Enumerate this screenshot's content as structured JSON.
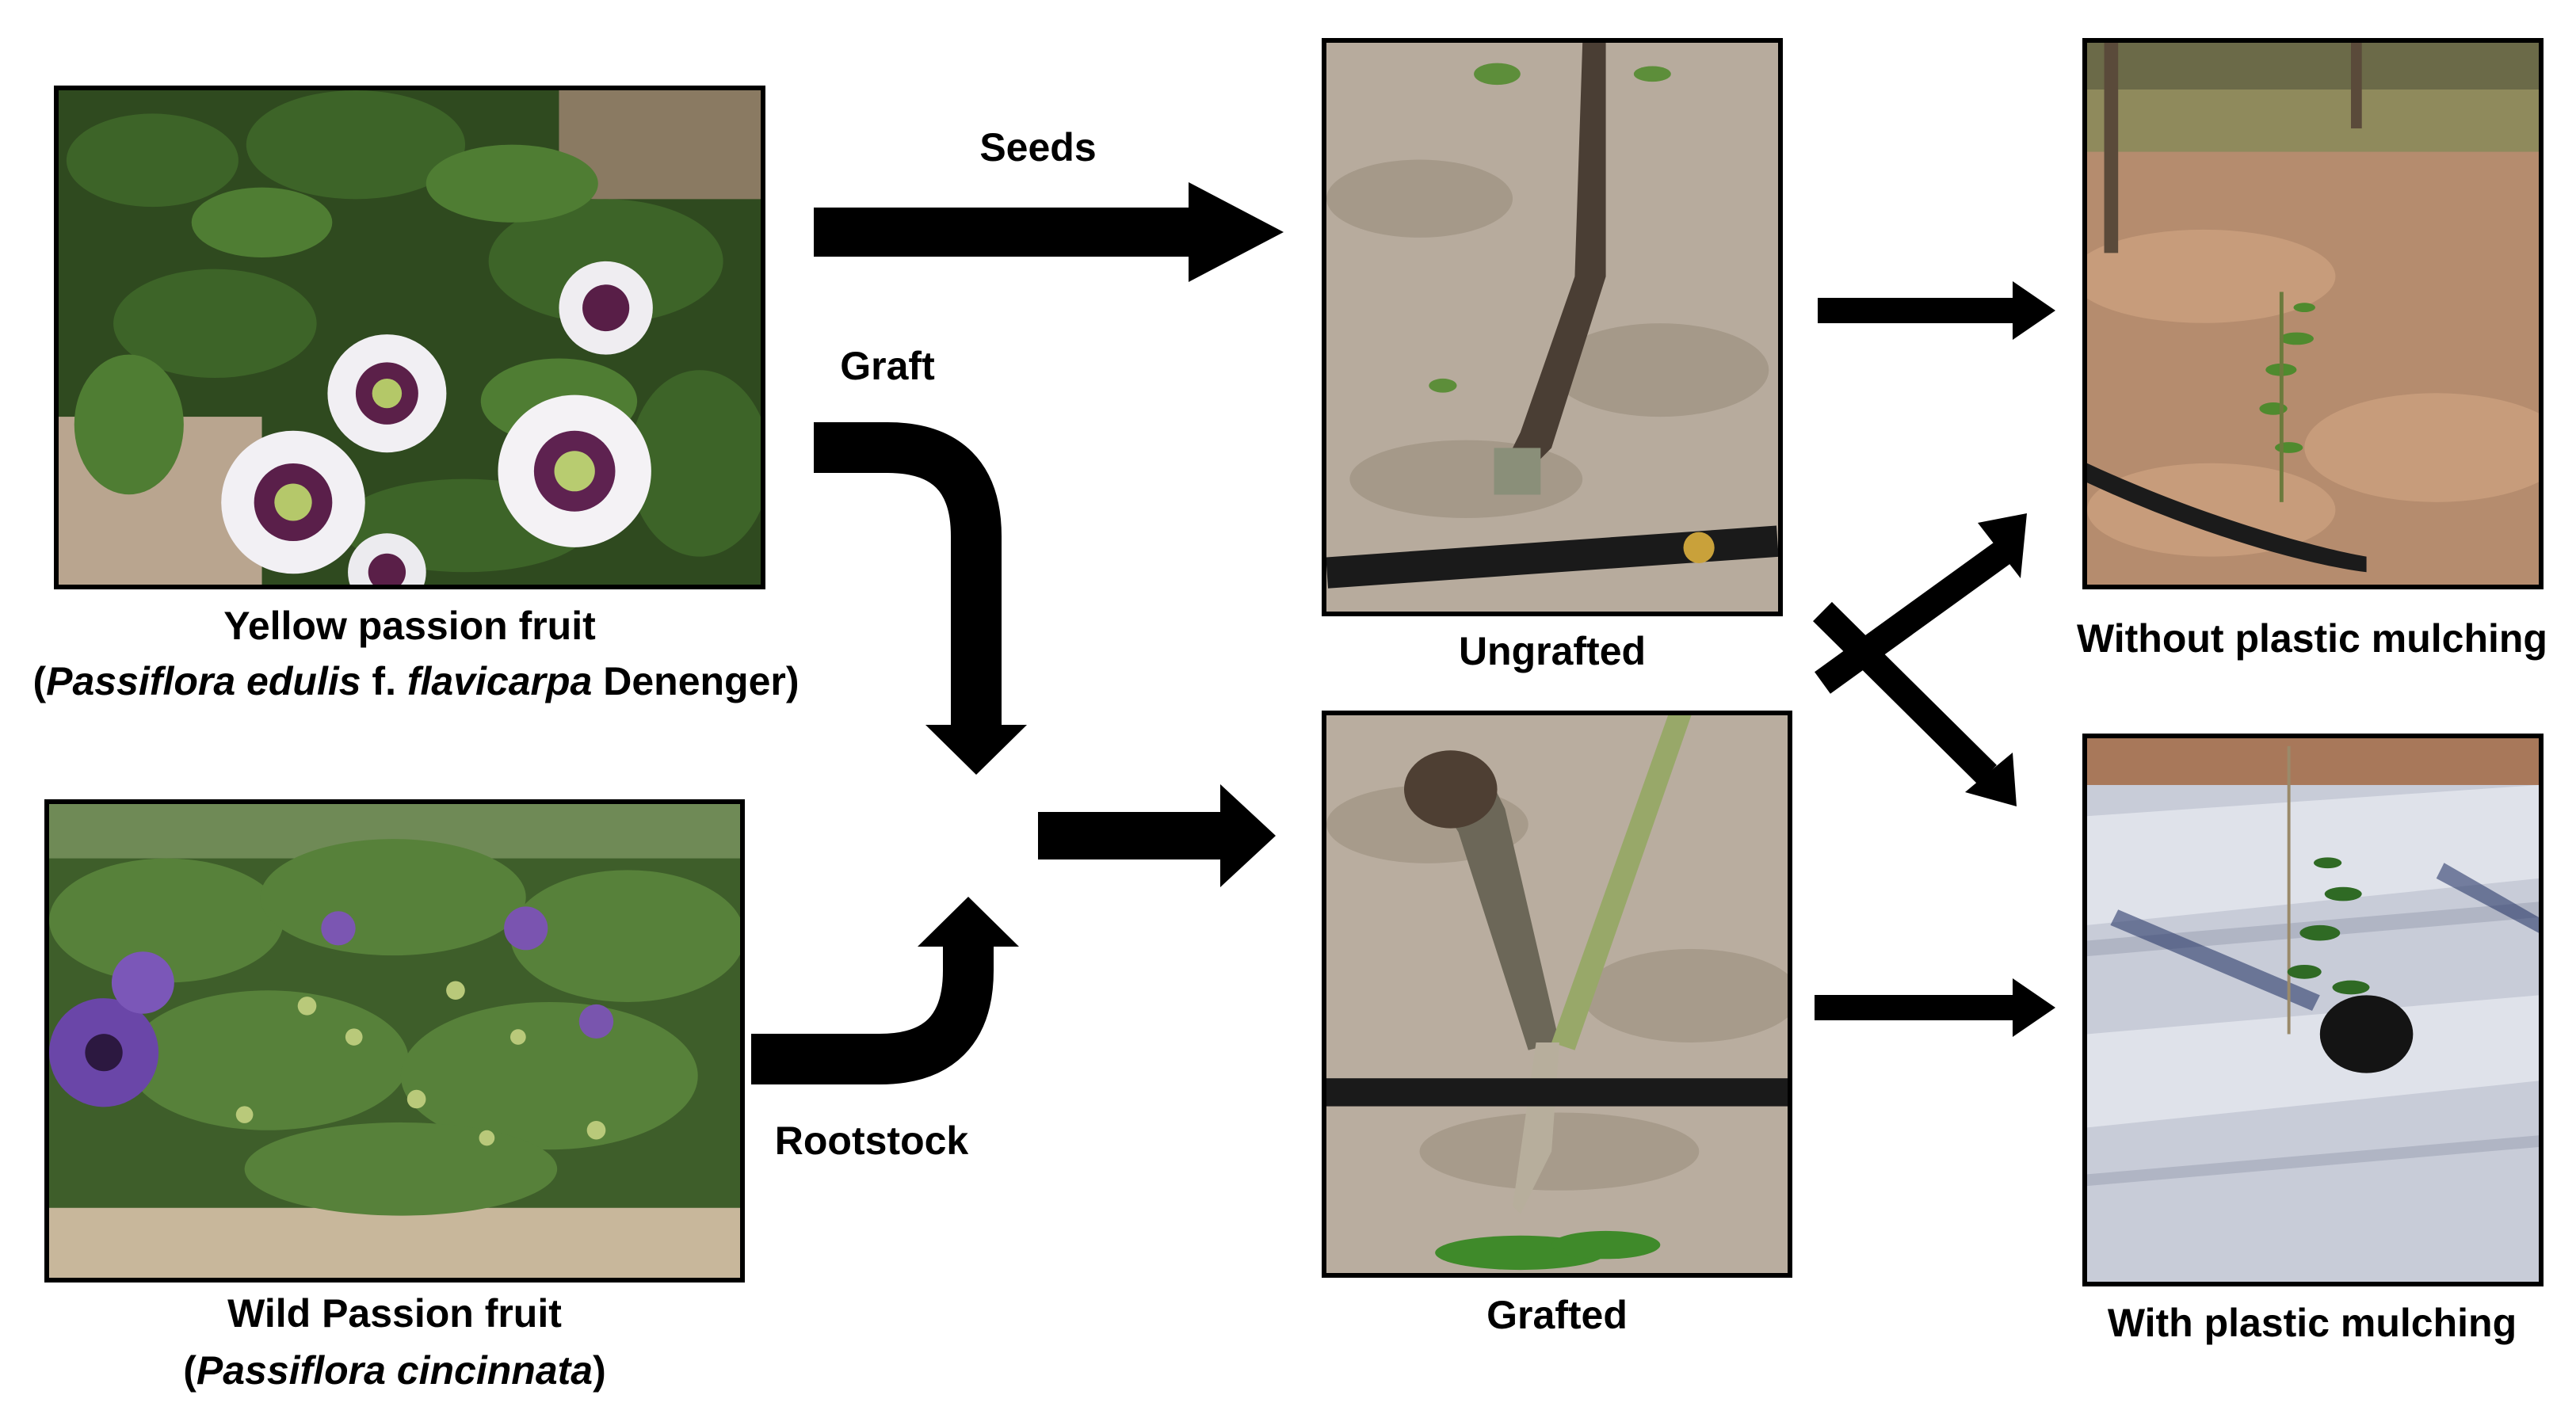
{
  "sources": {
    "yellow": {
      "name": "Yellow passion fruit",
      "species_genus": "Passiflora edulis",
      "species_mid": " f. ",
      "species_form": "flavicarpa",
      "species_author": " Denenger"
    },
    "wild": {
      "name": "Wild Passion fruit",
      "species": "Passiflora cincinnata"
    }
  },
  "arrows": {
    "seeds": "Seeds",
    "graft": "Graft",
    "rootstock": "Rootstock"
  },
  "plants": {
    "ungrafted": "Ungrafted",
    "grafted": "Grafted"
  },
  "treatments": {
    "without_mulch": "Without plastic mulching",
    "with_mulch": "With plastic mulching"
  }
}
